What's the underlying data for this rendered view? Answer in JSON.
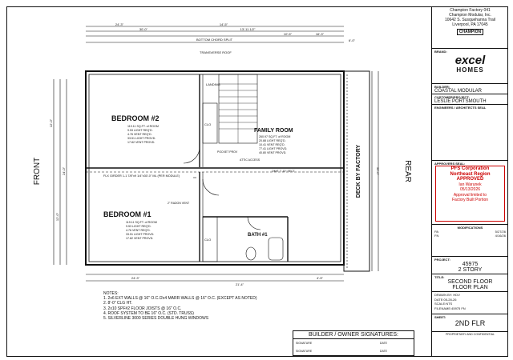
{
  "title_block": {
    "company": [
      "Champion Factory 041",
      "Champion Modular, Inc.",
      "10642 S. Susquehanna Trail",
      "Liverpool, PA 17045"
    ],
    "logo_text": "CHAMPION",
    "brand_label": "BRAND:",
    "brand_name": "excel",
    "brand_sub": "HOMES",
    "builder_label": "BUILDER:",
    "builder": "COASTAL MODULAR",
    "customer_label": "CUSTOMER/PROJECT:",
    "customer": "LESLIE PORTSMOUTH",
    "engineers_label": "ENGINEERS / ARCHITECTS SEAL",
    "approval_label": "APPROVERS SEAL:",
    "stamp_lines": [
      "PFS Corporation",
      "Northeast Region",
      "APPROVED",
      "Ian Warunek",
      "05/13/2026",
      "Approval limited to",
      "Factory Built Portion"
    ],
    "mods_label": "MODIFICATIONS",
    "mods": [
      [
        "PA",
        "5/27/26"
      ],
      [
        "FN",
        "4/16/26"
      ]
    ],
    "project_label": "PROJECT:",
    "project_no": "45975",
    "project_type": "2 STORY",
    "title_label": "TITLE:",
    "title": [
      "SECOND FLOOR",
      "FLOOR PLAN"
    ],
    "drawn_by": "DRAWN BY: HDV",
    "date": "DATE:05-28-26",
    "scale": "SCALE:NTS",
    "filename": "FILENAME:45975 FN",
    "sheet_label": "SHEET:",
    "sheet": "2ND FLR",
    "footer": "PROPRIETARY AND CONFIDENTIAL"
  },
  "plan": {
    "front": "FRONT",
    "rear": "REAR",
    "bedroom2": {
      "name": "BEDROOM #2",
      "specs": [
        "119.11 SQ.FT. of ROOM",
        "9.53 LIGHT REQ'D.",
        "4.76 VENT REQ'D.",
        "33.51 LIGHT PROVD.",
        "17.82 VENT PROVD."
      ]
    },
    "bedroom1": {
      "name": "BEDROOM #1",
      "specs": [
        "119.11 SQ.FT. of ROOM",
        "9.53 LIGHT REQ'D.",
        "4.76 VENT REQ'D.",
        "33.51 LIGHT PROVD.",
        "17.82 VENT PROVD."
      ]
    },
    "family": {
      "name": "FAMILY ROOM",
      "specs": [
        "260.97 SQ.FT. of ROOM",
        "20.88 LIGHT REQ'D.",
        "10.41 VENT REQ'D.",
        "77.41 LIGHT PROVD.",
        "40.80 VENT PROVD."
      ]
    },
    "bath": "BATH #1",
    "deck": "DECK BY FACTORY",
    "clo": "CLO",
    "landing": "LANDING",
    "bottom_chord": "BOTTOM CHORD SPLIT",
    "transverse": "TRANSVERSE ROOF",
    "flx_girder": "FLX GIRDER 1-1 7/8\"x9 1/4\"x30'-0\" ML (PER MODULE)",
    "pocket": "POCKET PROV",
    "attic": "ATTIC ACCESS",
    "radon": "2\" RADON VENT",
    "omit": "OMIT 7'-10\" SECT",
    "dims_top": [
      "24'-3\"",
      "30'-0\"",
      "14'-5\"",
      "13'-11 1/2\"",
      "10'-5\"",
      "16'-3\"",
      "6'-0\""
    ],
    "dims_bottom": [
      "24'-3\"",
      "21'-4\"",
      "4'-5\""
    ],
    "dims_left": [
      "12'-0\"",
      "12'-0\"",
      "24'-0\""
    ],
    "dims_right": [
      "30'-0\""
    ]
  },
  "notes": {
    "heading": "NOTES:",
    "items": [
      "1. 2x6 EXT WALLS @ 16\" O.C./2x4 MARR WALLS @ 16\" O.C. (EXCEPT AS NOTED)",
      "2. 8'-0\" CLG HT.",
      "3. 2x10 SPF#2 FLOOR JOISTS @ 16\" O.C.",
      "4. ROOF SYSTEM TO BE 16\" O.C. (STD. TRUSS)",
      "5. SILVERLINE 3000 SERIES DOUBLE HUNG WINDOWS"
    ]
  },
  "signatures": {
    "heading": "BUILDER / OWNER SIGNATURES:",
    "sig_label": "SIGNATURE",
    "date_label": "DATE"
  }
}
